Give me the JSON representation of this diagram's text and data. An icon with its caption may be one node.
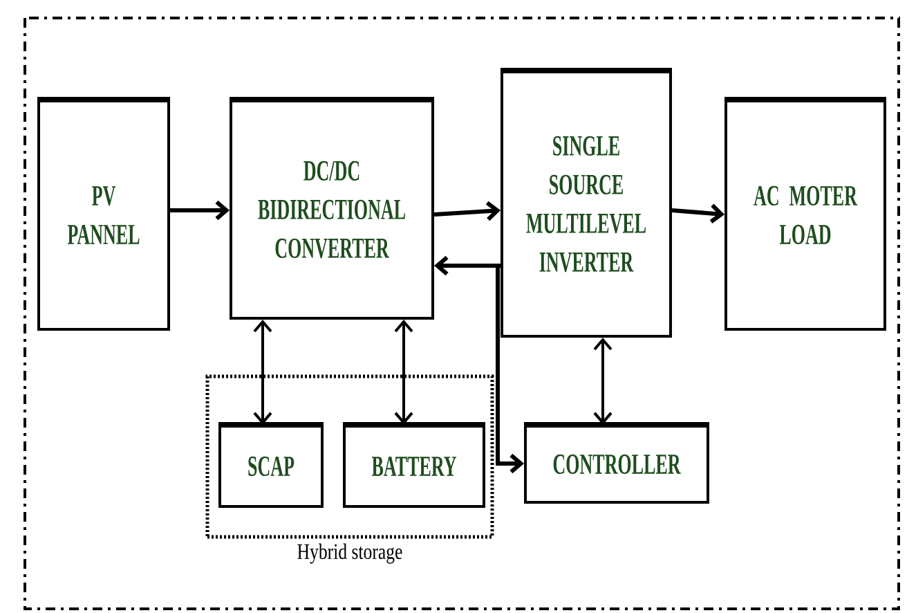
{
  "diagram": {
    "nodes": [
      {
        "text": [
          "PV PANNEL"
        ]
      },
      {
        "text": [
          "DC/DC BIDIRECTIONAL CONVERTER"
        ]
      },
      {
        "text": [
          "SINGLE SOURCE MULTILEVEL INVERTER"
        ]
      },
      {
        "text": [
          "AC MOTER LOAD"
        ]
      },
      {
        "text": [
          "Hybrid storage"
        ]
      },
      {
        "text": [
          "SCAP"
        ],
        "in": 4
      },
      {
        "text": [
          "BATTERY"
        ],
        "in": 4
      },
      {
        "text": [
          "CONTROLLER"
        ]
      }
    ],
    "edges": [
      {
        "from": 0,
        "to": 1,
        "arrow": "to"
      },
      {
        "from": 1,
        "to": 2,
        "arrow": "to"
      },
      {
        "from": 2,
        "to": 3,
        "arrow": "to"
      },
      {
        "from": 2,
        "to": 1,
        "arrow": "to"
      },
      {
        "from": 2,
        "to": 7,
        "arrow": "to"
      },
      {
        "from": 1,
        "to": 5,
        "arrow": "both"
      },
      {
        "from": 1,
        "to": 6,
        "arrow": "both"
      },
      {
        "from": 2,
        "to": 7,
        "arrow": "both"
      }
    ]
  }
}
